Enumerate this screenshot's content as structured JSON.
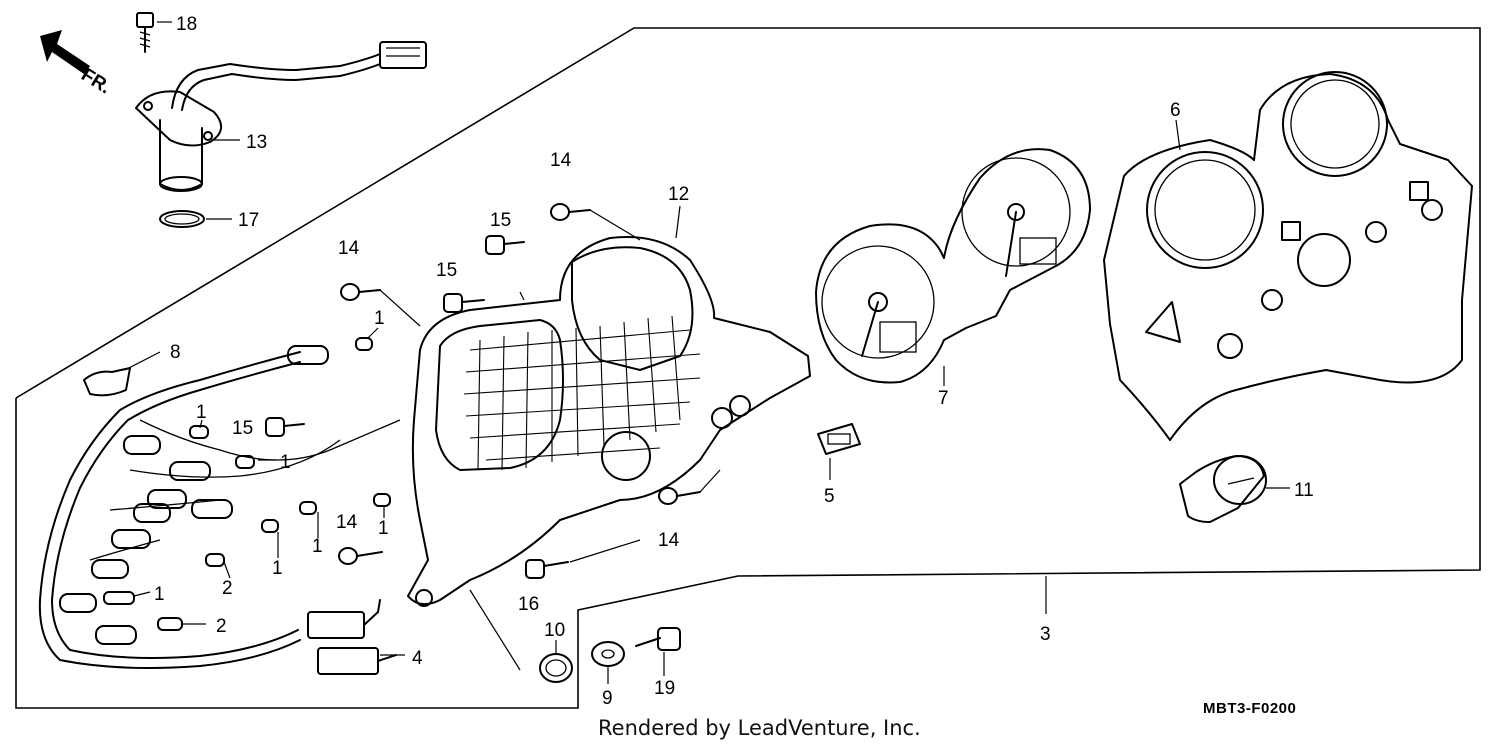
{
  "direction_label": "FR.",
  "diagram_code": "MBT3-F0200",
  "credit": "Rendered by LeadVenture, Inc.",
  "callouts": {
    "c1a": "1",
    "c1b": "1",
    "c1c": "1",
    "c1d": "1",
    "c1e": "1",
    "c1f": "1",
    "c1g": "1",
    "c2a": "2",
    "c2b": "2",
    "c3": "3",
    "c4": "4",
    "c5": "5",
    "c6": "6",
    "c7": "7",
    "c8": "8",
    "c9": "9",
    "c10": "10",
    "c11": "11",
    "c12": "12",
    "c13": "13",
    "c14a": "14",
    "c14b": "14",
    "c14c": "14",
    "c14d": "14",
    "c15a": "15",
    "c15b": "15",
    "c15c": "15",
    "c16": "16",
    "c17": "17",
    "c18": "18",
    "c19": "19"
  }
}
